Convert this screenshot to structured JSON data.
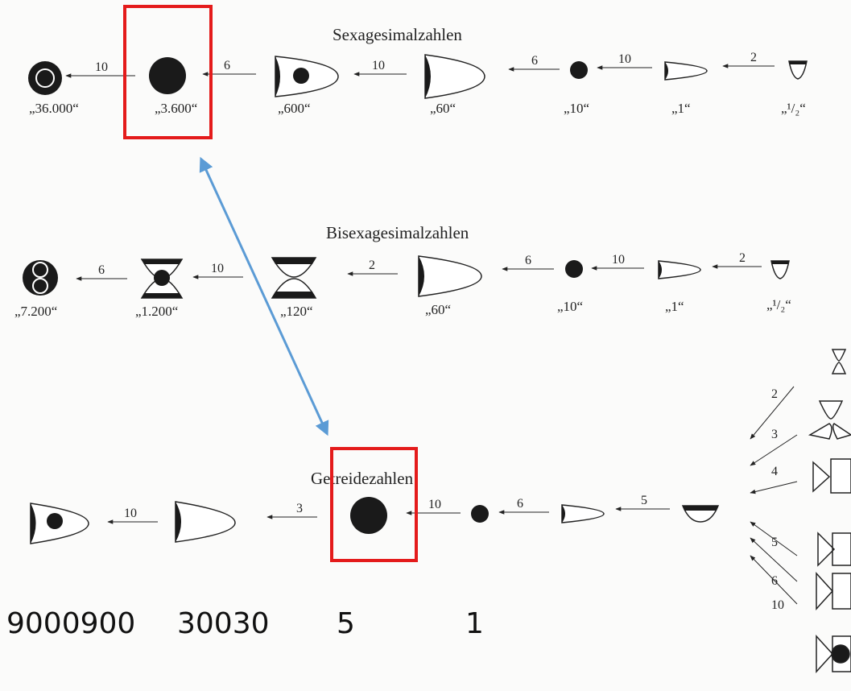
{
  "rows": {
    "sexagesimal": {
      "title": "Sexagesimalzahlen",
      "labels": [
        "„36.000“",
        "„3.600“",
        "„600“",
        "„60“",
        "„10“",
        "„1“",
        "„¹/₂“"
      ],
      "factors": [
        "10",
        "6",
        "10",
        "6",
        "10",
        "2"
      ]
    },
    "bisexagesimal": {
      "title": "Bisexagesimalzahlen",
      "labels": [
        "„7.200“",
        "„1.200“",
        "„120“",
        "„60“",
        "„10“",
        "„1“",
        "„¹/₂“"
      ],
      "factors": [
        "6",
        "10",
        "2",
        "6",
        "10",
        "2"
      ]
    },
    "grain": {
      "title": "Getreidezahlen",
      "factors": [
        "10",
        "3",
        "10",
        "6",
        "5"
      ]
    }
  },
  "side_factors": [
    "2",
    "3",
    "4",
    "5",
    "6",
    "10"
  ],
  "bottom_numbers": [
    "9000900",
    "30030",
    "5",
    "1"
  ],
  "highlight_color": "#e41b1b",
  "link_arrow_color": "#5b9bd5"
}
